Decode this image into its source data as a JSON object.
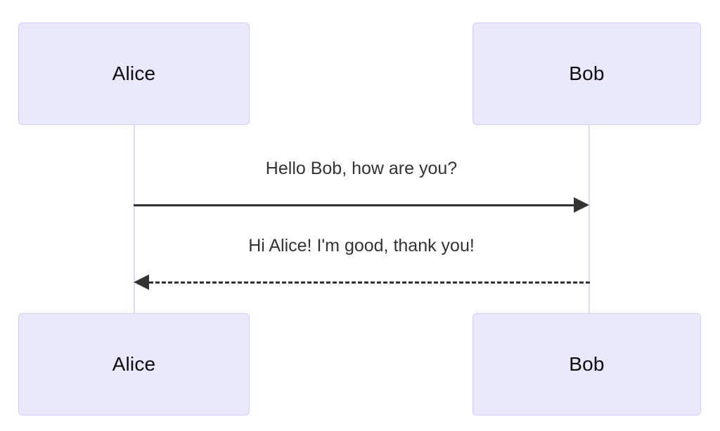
{
  "diagram": {
    "type": "sequence-diagram",
    "background_color": "#ffffff",
    "actor_box_fill": "#eae8fd",
    "actor_box_stroke": "#d7c9f2",
    "lifeline_color": "#e2d9f5",
    "message_color": "#333333",
    "actor_text_color": "#0b0b0b"
  },
  "actors": [
    {
      "id": "alice",
      "name": "Alice"
    },
    {
      "id": "bob",
      "name": "Bob"
    }
  ],
  "actor_headers": [
    {
      "label": "Alice"
    },
    {
      "label": "Bob"
    }
  ],
  "actor_footers": [
    {
      "label": "Alice"
    },
    {
      "label": "Bob"
    }
  ],
  "messages": [
    {
      "index": 1,
      "from": "Alice",
      "to": "Bob",
      "text": "Hello Bob, how are you?",
      "line_style": "solid",
      "direction": "right",
      "arrow_type": "solid-triangle"
    },
    {
      "index": 2,
      "from": "Bob",
      "to": "Alice",
      "text": "Hi Alice! I'm good, thank you!",
      "line_style": "dashed",
      "direction": "left",
      "arrow_type": "solid-triangle"
    }
  ]
}
